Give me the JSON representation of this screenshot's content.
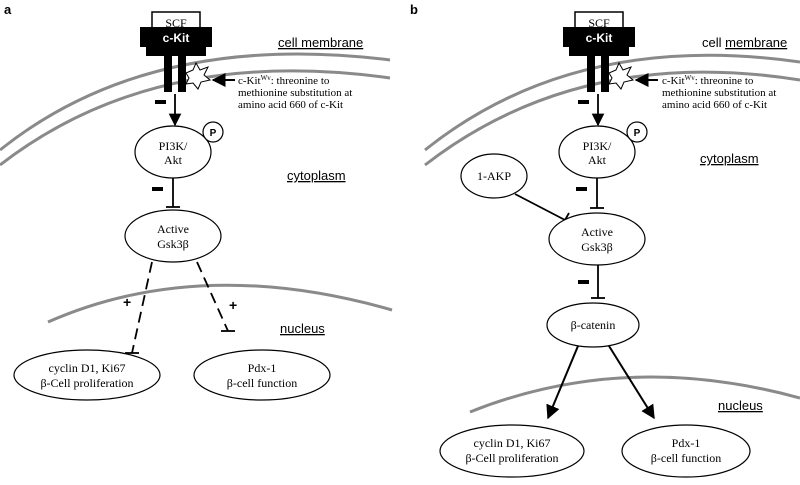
{
  "panels": [
    {
      "letter": "a",
      "scf": "SCF",
      "receptor": "c-Kit",
      "membrane": "cell membrane",
      "mut_prefix": "c-Kit",
      "mut_sup": "Wv",
      "mut_line1": ": threonine to",
      "mut_line2": "methionine substitution at",
      "mut_line3": "amino acid 660 of c-Kit",
      "pi3k_line1": "PI3K/",
      "pi3k_line2": "Akt",
      "phospho": "P",
      "cytoplasm": "cytoplasm",
      "gsk_line1": "Active",
      "gsk_line2": "Gsk3β",
      "nucleus": "nucleus",
      "minus": "−",
      "plus": "+",
      "cyclin_line1": "cyclin D1, Ki67",
      "cyclin_line2": "β-Cell proliferation",
      "pdx_line1": "Pdx-1",
      "pdx_line2": "β-cell function"
    },
    {
      "letter": "b",
      "scf": "SCF",
      "receptor": "c-Kit",
      "membrane_pre": "cell ",
      "membrane_u": "membrane",
      "mut_prefix": "c-Kit",
      "mut_sup": "Wv",
      "mut_line1": ": threonine to",
      "mut_line2": "methionine substitution at",
      "mut_line3": "amino acid 660 of c-Kit",
      "pi3k_line1": "PI3K/",
      "pi3k_line2": "Akt",
      "phospho": "P",
      "cytoplasm": "cytoplasm",
      "akp": "1-AKP",
      "gsk_line1": "Active",
      "gsk_line2": "Gsk3β",
      "minus": "−",
      "catenin": "β-catenin",
      "nucleus": "nucleus",
      "cyclin_line1": "cyclin D1, Ki67",
      "cyclin_line2": "β-Cell proliferation",
      "pdx_line1": "Pdx-1",
      "pdx_line2": "β-cell function"
    }
  ]
}
